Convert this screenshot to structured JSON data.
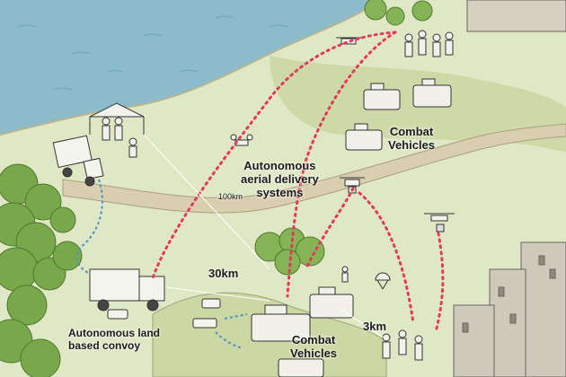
{
  "labels": {
    "combat_vehicles_top": [
      "Combat",
      "Vehicles"
    ],
    "aerial_delivery": [
      "Autonomous",
      "aerial delivery",
      "systems"
    ],
    "distance_100km": "100km",
    "distance_30km": "30km",
    "land_convoy": [
      "Autonomous land",
      "based convoy"
    ],
    "combat_vehicles_bottom": [
      "Combat",
      "Vehicles"
    ],
    "distance_3km": "3km"
  },
  "colors": {
    "sea": "#7fb3c4",
    "land": "#dfe7c4",
    "road": "#d9cfae",
    "trees": "#79a84c",
    "flight_path": "#e23a5c",
    "ground_path": "#4a90c8",
    "ruins": "#c9c2b5"
  }
}
